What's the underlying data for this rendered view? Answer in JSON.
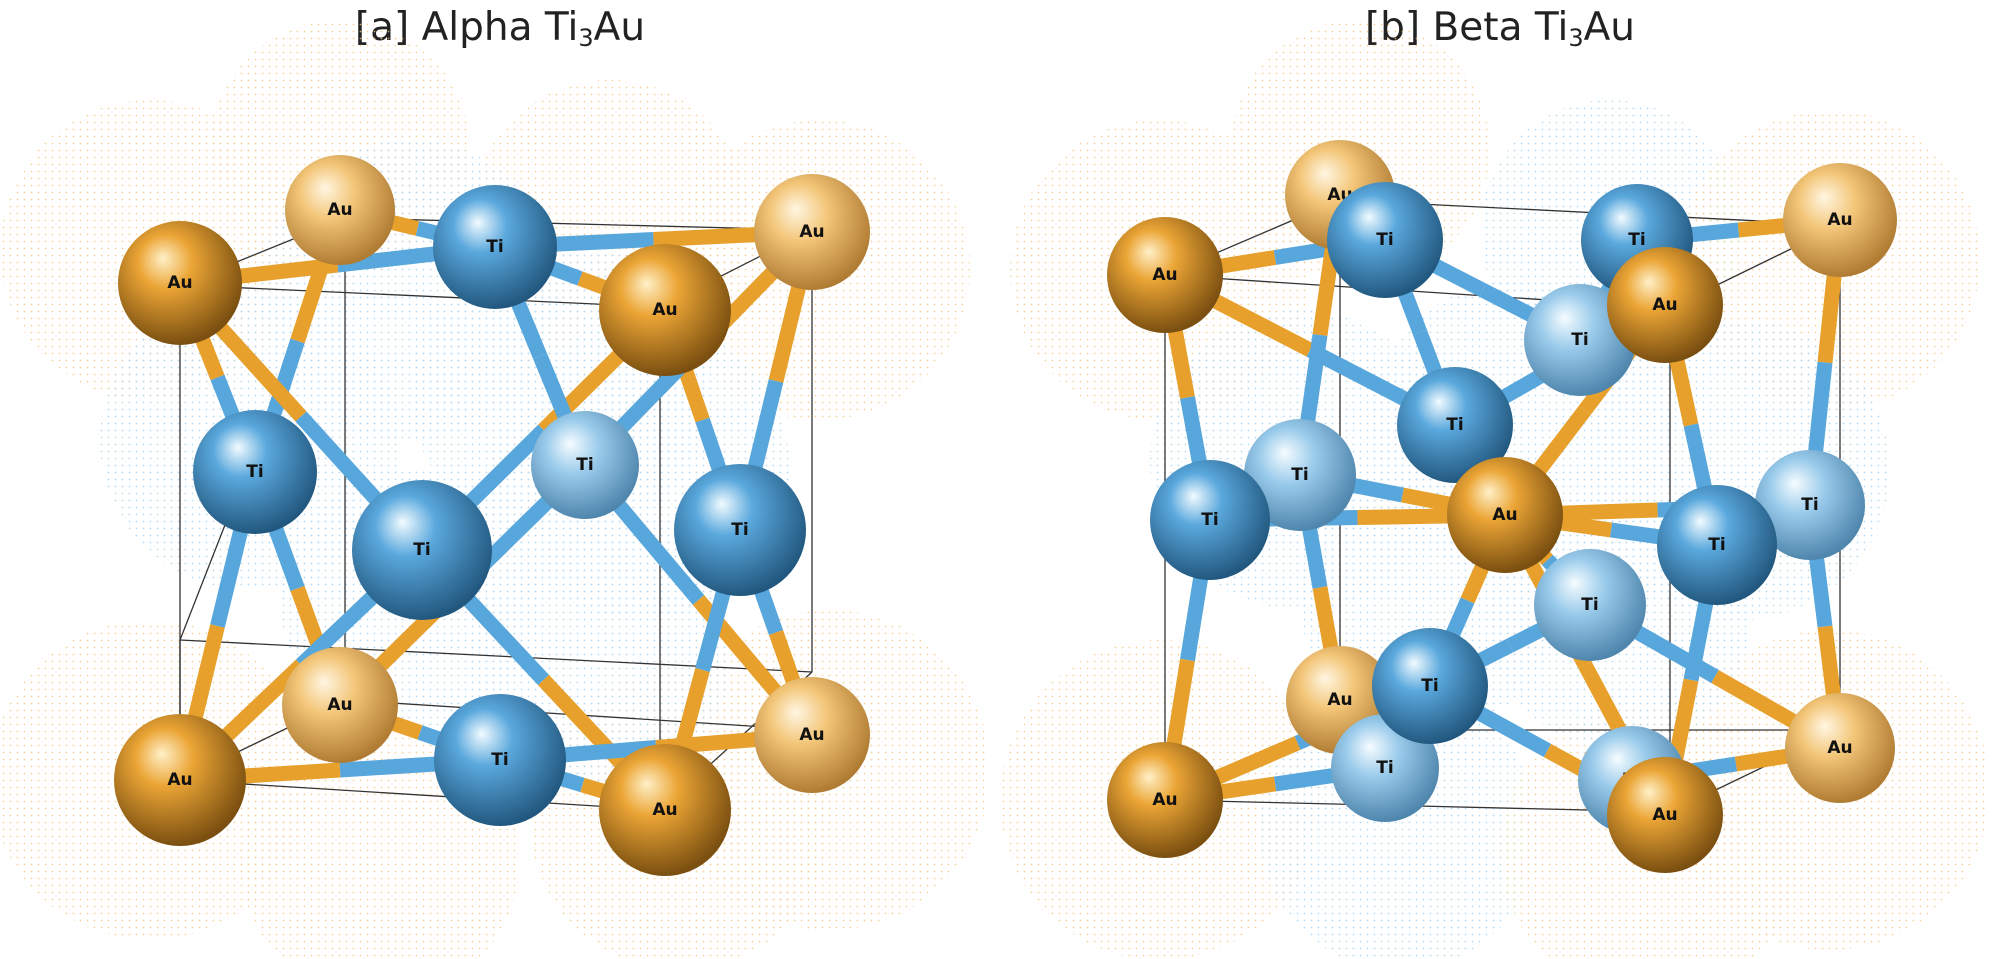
{
  "panels": [
    {
      "prefix": "[a] Alpha Ti",
      "sub": "3",
      "suffix": "Au"
    },
    {
      "prefix": "[b] Beta Ti",
      "sub": "3",
      "suffix": "Au"
    }
  ],
  "labels": {
    "au": "Au",
    "ti": "Ti"
  },
  "colors": {
    "au": "#e7a02c",
    "ti": "#57a6dc",
    "au_halo": "#f2c27a",
    "ti_halo": "#9fcdf0",
    "cell_edge": "#333333"
  }
}
